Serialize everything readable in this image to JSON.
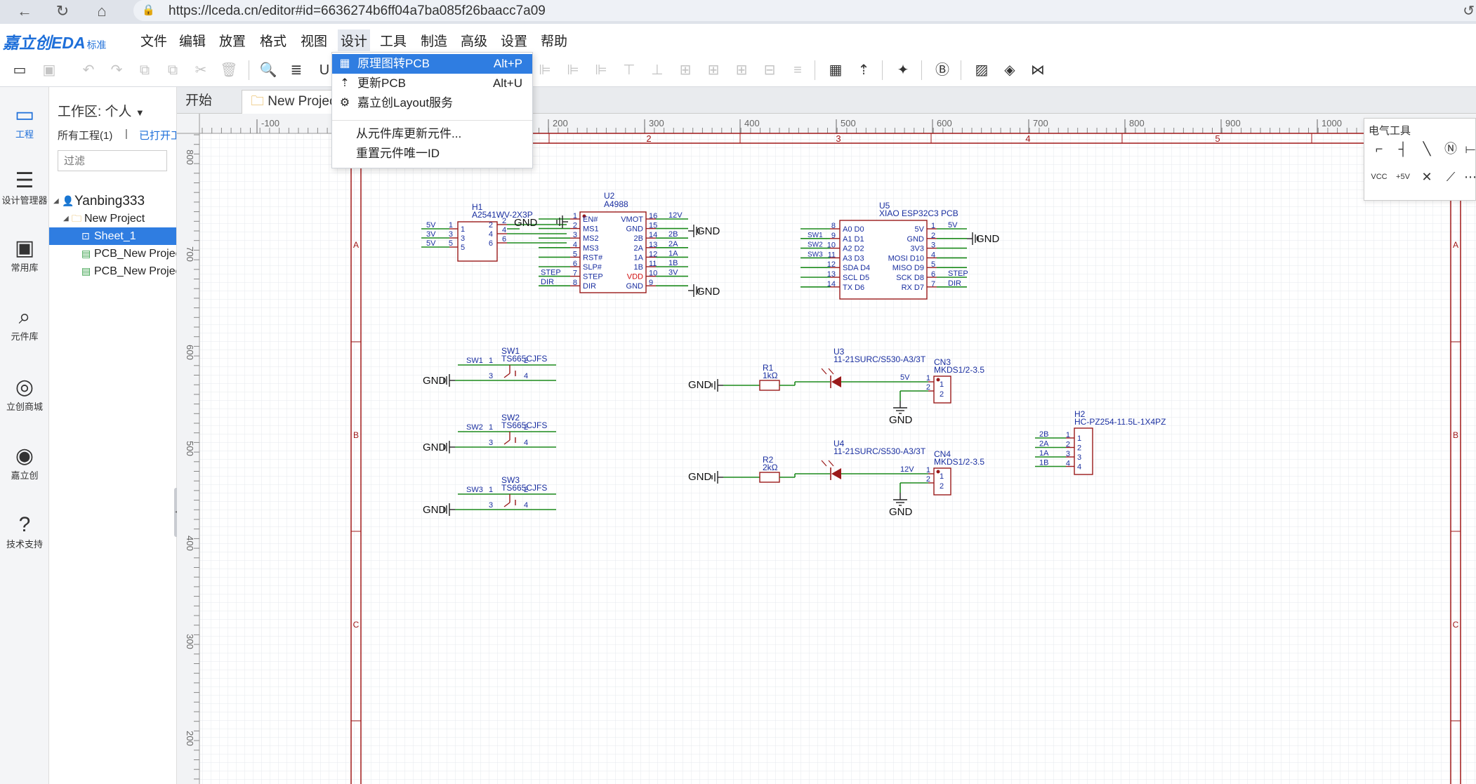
{
  "browser": {
    "url": "https://lceda.cn/editor#id=6636274b6ff04a7ba085f26baacc7a09"
  },
  "app": {
    "logo": "嘉立创EDA",
    "logo_sub": "标准"
  },
  "menu": [
    "文件",
    "编辑",
    "放置",
    "格式",
    "视图",
    "设计",
    "工具",
    "制造",
    "高级",
    "设置",
    "帮助"
  ],
  "dropdown": [
    {
      "icon": "pcb-convert-icon",
      "label": "原理图转PCB",
      "shortcut": "Alt+P",
      "highlighted": true
    },
    {
      "icon": "update-pcb-icon",
      "label": "更新PCB",
      "shortcut": "Alt+U"
    },
    {
      "icon": "layout-service-icon",
      "label": "嘉立创Layout服务",
      "shortcut": ""
    },
    {
      "icon": "",
      "label": "从元件库更新元件...",
      "shortcut": ""
    },
    {
      "icon": "",
      "label": "重置元件唯一ID",
      "shortcut": ""
    }
  ],
  "rail": [
    {
      "glyph": "▭",
      "label": "工程",
      "active": true
    },
    {
      "glyph": "☰",
      "label": "设计管理器",
      "active": false
    },
    {
      "glyph": "▣",
      "label": "常用库",
      "active": false
    },
    {
      "glyph": "⌕",
      "label": "元件库",
      "active": false
    },
    {
      "glyph": "◎",
      "label": "立创商城",
      "active": false
    },
    {
      "glyph": "◉",
      "label": "嘉立创",
      "active": false
    },
    {
      "glyph": "?",
      "label": "技术支持",
      "active": false
    }
  ],
  "panel": {
    "workspace": "工作区: 个人",
    "tab_all": "所有工程(1)",
    "tab_sep": "|",
    "tab_open": "已打开工程",
    "filter_placeholder": "过滤",
    "tree": [
      {
        "label": "Yanbing333",
        "indent": 0,
        "icon": "user-icon",
        "arrow": "◢"
      },
      {
        "label": "New Project",
        "indent": 1,
        "icon": "folder-icon",
        "arrow": "◢"
      },
      {
        "label": "Sheet_1",
        "indent": 2,
        "icon": "sheet-icon",
        "arrow": "",
        "selected": true
      },
      {
        "label": "PCB_New Project",
        "indent": 2,
        "icon": "pcb-icon",
        "arrow": ""
      },
      {
        "label": "PCB_New Project",
        "indent": 2,
        "icon": "pcb-icon",
        "arrow": ""
      }
    ]
  },
  "tabs": [
    {
      "label": "开始",
      "active": false
    },
    {
      "label": "New Project",
      "active": true
    }
  ],
  "ruler": {
    "top": [
      "-100",
      "200",
      "300",
      "400",
      "500",
      "600",
      "700",
      "800",
      "900",
      "1000"
    ],
    "left": [
      "800",
      "700",
      "600",
      "500",
      "400",
      "300",
      "200"
    ]
  },
  "frame": {
    "cols": [
      "2",
      "3",
      "4",
      "5"
    ],
    "rows": [
      "A",
      "B",
      "C"
    ]
  },
  "etool": {
    "title": "电气工具"
  },
  "schematic": {
    "H1": {
      "ref": "H1",
      "value": "A2541WV-2X3P",
      "pins_left": [
        "1",
        "3",
        "5"
      ],
      "pins_right": [
        "2",
        "4",
        "6"
      ],
      "nets_left": [
        "5V",
        "3V",
        "5V"
      ]
    },
    "U2": {
      "ref": "U2",
      "value": "A4988",
      "left": [
        {
          "n": "1",
          "name": "EN#",
          "net": ""
        },
        {
          "n": "2",
          "name": "MS1",
          "net": ""
        },
        {
          "n": "3",
          "name": "MS2",
          "net": ""
        },
        {
          "n": "4",
          "name": "MS3",
          "net": ""
        },
        {
          "n": "5",
          "name": "RST#",
          "net": ""
        },
        {
          "n": "6",
          "name": "SLP#",
          "net": ""
        },
        {
          "n": "7",
          "name": "STEP",
          "net": "STEP"
        },
        {
          "n": "8",
          "name": "DIR",
          "net": "DIR"
        }
      ],
      "right": [
        {
          "n": "16",
          "name": "VMOT",
          "net": "12V"
        },
        {
          "n": "15",
          "name": "GND",
          "net": ""
        },
        {
          "n": "14",
          "name": "2B",
          "net": "2B"
        },
        {
          "n": "13",
          "name": "2A",
          "net": "2A"
        },
        {
          "n": "12",
          "name": "1A",
          "net": "1A"
        },
        {
          "n": "11",
          "name": "1B",
          "net": "1B"
        },
        {
          "n": "10",
          "name": "VDD",
          "net": "3V"
        },
        {
          "n": "9",
          "name": "GND",
          "net": ""
        }
      ]
    },
    "U5": {
      "ref": "U5",
      "value": "XIAO ESP32C3 PCB",
      "left": [
        {
          "n": "8",
          "name": "A0 D0",
          "net": ""
        },
        {
          "n": "9",
          "name": "A1 D1",
          "net": "SW1"
        },
        {
          "n": "10",
          "name": "A2 D2",
          "net": "SW2"
        },
        {
          "n": "11",
          "name": "A3 D3",
          "net": "SW3"
        },
        {
          "n": "12",
          "name": "SDA D4",
          "net": ""
        },
        {
          "n": "13",
          "name": "SCL D5",
          "net": ""
        },
        {
          "n": "14",
          "name": "TX D6",
          "net": ""
        }
      ],
      "right": [
        {
          "n": "1",
          "name": "5V",
          "net": "5V"
        },
        {
          "n": "2",
          "name": "GND",
          "net": ""
        },
        {
          "n": "3",
          "name": "3V3",
          "net": ""
        },
        {
          "n": "4",
          "name": "MOSI D10",
          "net": ""
        },
        {
          "n": "5",
          "name": "MISO D9",
          "net": ""
        },
        {
          "n": "6",
          "name": "SCK D8",
          "net": "STEP"
        },
        {
          "n": "7",
          "name": "RX D7",
          "net": "DIR"
        }
      ]
    },
    "switches": [
      {
        "ref": "SW1",
        "value": "TS665CJFS",
        "net": "SW1"
      },
      {
        "ref": "SW2",
        "value": "TS665CJFS",
        "net": "SW2"
      },
      {
        "ref": "SW3",
        "value": "TS665CJFS",
        "net": "SW3"
      }
    ],
    "leds": [
      {
        "r_ref": "R1",
        "r_val": "1kΩ",
        "u_ref": "U3",
        "u_val": "11-21SURC/S530-A3/3T",
        "cn_ref": "CN3",
        "cn_val": "MKDS1/2-3.5",
        "net": "5V"
      },
      {
        "r_ref": "R2",
        "r_val": "2kΩ",
        "u_ref": "U4",
        "u_val": "11-21SURC/S530-A3/3T",
        "cn_ref": "CN4",
        "cn_val": "MKDS1/2-3.5",
        "net": "12V"
      }
    ],
    "H2": {
      "ref": "H2",
      "value": "HC-PZ254-11.5L-1X4PZ",
      "nets": [
        "2B",
        "2A",
        "1A",
        "1B"
      ]
    },
    "gnd": "GND",
    "pin1": "1",
    "pin2": "2",
    "pin3": "3",
    "pin4": "4"
  }
}
